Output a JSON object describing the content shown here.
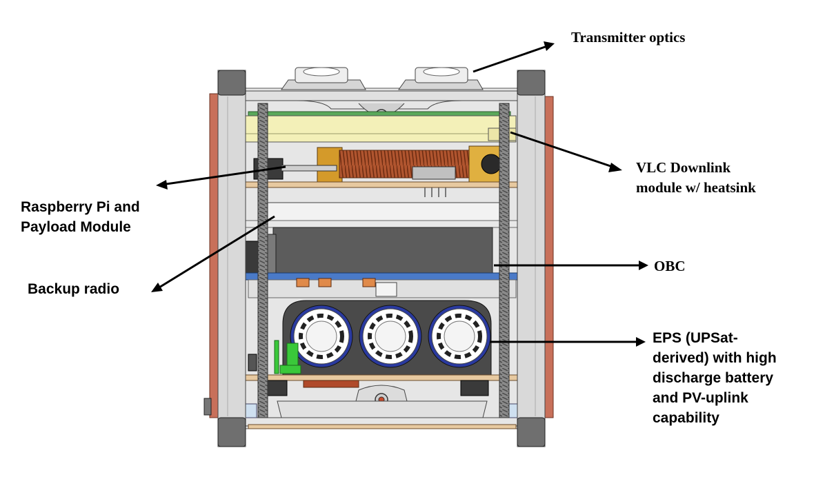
{
  "labels": {
    "transmitter": "Transmitter optics",
    "vlc_line1": "VLC Downlink",
    "vlc_line2": "module w/ heatsink",
    "rpi_line1": "Raspberry Pi and",
    "rpi_line2": "Payload Module",
    "backup_radio": "Backup radio",
    "obc": "OBC",
    "eps_line1": "EPS (UPSat-",
    "eps_line2": "derived) with high",
    "eps_line3": "discharge battery",
    "eps_line4": "and PV-uplink",
    "eps_line5": "capability"
  },
  "colors": {
    "frame": "#d9d9d9",
    "rail": "#6f6f6f",
    "side_panel": "#c8705a",
    "heatsink": "#f3f0b8",
    "pcb_green": "#5aa85a",
    "wood_board": "#e7c9a0",
    "coil_copper": "#a84a2a",
    "bracket_gold": "#d49a2a",
    "obc_box": "#5c5c5c",
    "blue_pcb": "#4a7ac8",
    "battery_ring": "#2a3aa0",
    "dark_bracket": "#4a4a4a",
    "connector_green": "#3ac83a",
    "connector_orange": "#e08a4a"
  }
}
